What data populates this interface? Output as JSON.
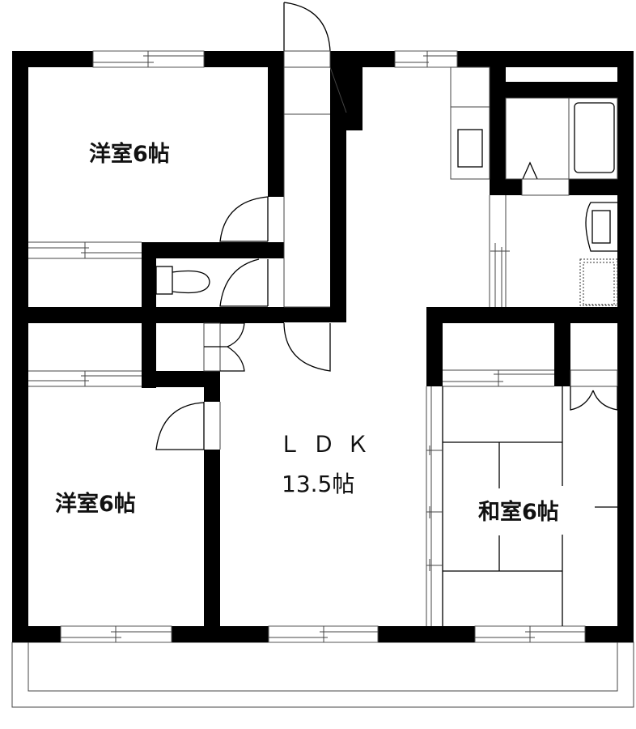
{
  "floor_plan": {
    "rooms": [
      {
        "id": "western_room_1",
        "label": "洋室6帖",
        "type": "洋室",
        "size_jo": 6
      },
      {
        "id": "western_room_2",
        "label": "洋室6帖",
        "type": "洋室",
        "size_jo": 6
      },
      {
        "id": "ldk",
        "title": "ＬＤＫ",
        "size_label": "13.5帖",
        "size_jo": 13.5
      },
      {
        "id": "japanese_room",
        "label": "和室6帖",
        "type": "和室",
        "size_jo": 6
      }
    ],
    "fixtures": [
      "toilet",
      "bathtub",
      "washbasin",
      "washing-machine-pan",
      "kitchen-sink",
      "entrance-door"
    ],
    "colors": {
      "wall": "#000000",
      "background": "#ffffff",
      "line": "#444444"
    }
  }
}
